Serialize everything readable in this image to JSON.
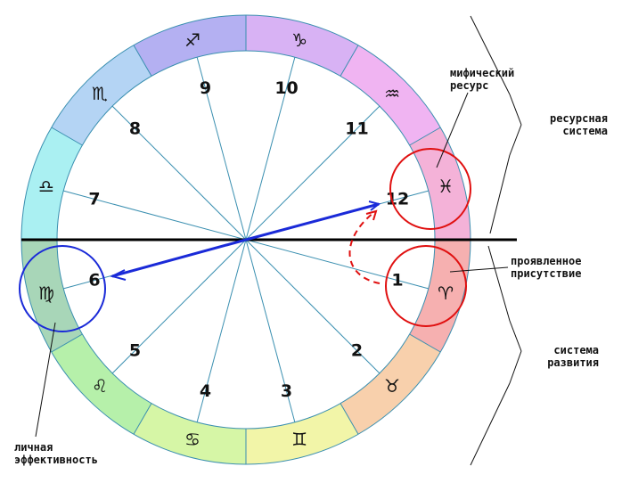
{
  "houses": [
    {
      "num": "1"
    },
    {
      "num": "2"
    },
    {
      "num": "3"
    },
    {
      "num": "4"
    },
    {
      "num": "5"
    },
    {
      "num": "6"
    },
    {
      "num": "7"
    },
    {
      "num": "8"
    },
    {
      "num": "9"
    },
    {
      "num": "10"
    },
    {
      "num": "11"
    },
    {
      "num": "12"
    }
  ],
  "signs": [
    {
      "name": "aries",
      "glyph": "♈",
      "color": "#f6b0b0"
    },
    {
      "name": "taurus",
      "glyph": "♉",
      "color": "#f8d0ac"
    },
    {
      "name": "gemini",
      "glyph": "♊",
      "color": "#f2f5a8"
    },
    {
      "name": "cancer",
      "glyph": "♋",
      "color": "#d6f6a6"
    },
    {
      "name": "leo",
      "glyph": "♌",
      "color": "#b6f0aa"
    },
    {
      "name": "virgo",
      "glyph": "♍",
      "color": "#a8d6b8"
    },
    {
      "name": "libra",
      "glyph": "♎",
      "color": "#aaf0f2"
    },
    {
      "name": "scorpio",
      "glyph": "♏",
      "color": "#b4d4f4"
    },
    {
      "name": "sagittarius",
      "glyph": "♐",
      "color": "#b4b0f2"
    },
    {
      "name": "capricorn",
      "glyph": "♑",
      "color": "#d8b2f4"
    },
    {
      "name": "aquarius",
      "glyph": "♒",
      "color": "#f0b4f2"
    },
    {
      "name": "pisces",
      "glyph": "♓",
      "color": "#f4b2d8"
    }
  ],
  "annotations": {
    "mythic_line1": "мифический",
    "mythic_line2": "ресурс",
    "resource_line1": "ресурсная",
    "resource_line2": "система",
    "manifest_line1": "проявленное",
    "manifest_line2": "присутствие",
    "development_line1": "система",
    "development_line2": "развития",
    "personal_line1": "личная",
    "personal_line2": "эффективность"
  },
  "colors": {
    "spoke": "#3a8fb0",
    "arrow": "#1a2ad8",
    "red_circle": "#e01010",
    "blue_circle": "#1a2ad8",
    "horizon": "#000000"
  }
}
